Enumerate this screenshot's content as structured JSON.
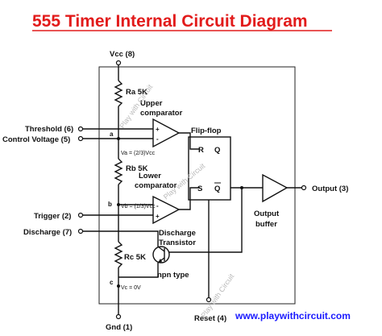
{
  "title": "555 Timer Internal Circuit Diagram",
  "pins": {
    "vcc": "Vcc (8)",
    "threshold": "Threshold (6)",
    "control": "Control Voltage (5)",
    "trigger": "Trigger (2)",
    "discharge": "Discharge (7)",
    "gnd": "Gnd (1)",
    "reset": "Reset (4)",
    "output": "Output (3)"
  },
  "resistors": {
    "ra": "Ra 5K",
    "rb": "Rb 5K",
    "rc": "Rc 5K"
  },
  "nodes": {
    "a": "a",
    "b": "b",
    "c": "c"
  },
  "voltages": {
    "va": "Va = (2/3)Vcc",
    "vb": "Vb = (1/3)Vcc",
    "vc": "Vc = 0V"
  },
  "blocks": {
    "upper_comp_1": "Upper",
    "upper_comp_2": "comparator",
    "lower_comp_1": "Lower",
    "lower_comp_2": "comparator",
    "flipflop": "Flip-flop",
    "ff_r": "R",
    "ff_q": "Q",
    "ff_s": "S",
    "ff_qbar": "Q",
    "discharge_1": "Discharge",
    "discharge_2": "Transistor",
    "npn": "npn type",
    "buffer_1": "Output",
    "buffer_2": "buffer"
  },
  "comparator_signs": {
    "plus": "+",
    "minus": "-"
  },
  "watermark": "Play with Circuit",
  "url": "www.playwithcircuit.com",
  "colors": {
    "title": "#e21b1b",
    "url": "#1a1aff",
    "line": "#111111"
  }
}
